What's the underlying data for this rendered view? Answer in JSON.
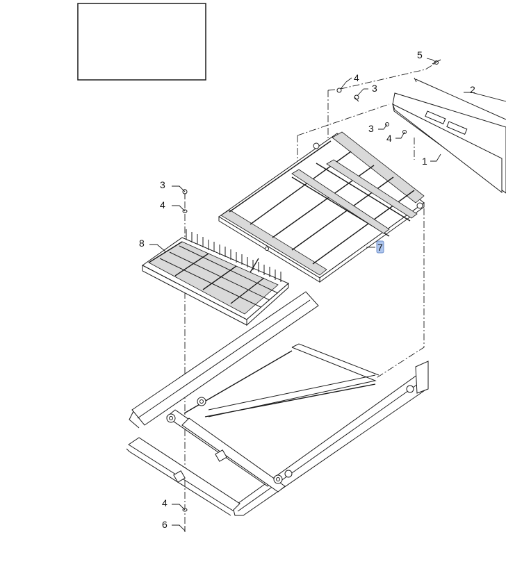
{
  "callouts": {
    "c1": "1",
    "c2": "2",
    "c3a": "3",
    "c3b": "3",
    "c3c": "3",
    "c4a": "4",
    "c4b": "4",
    "c4c": "4",
    "c4d": "4",
    "c5": "5",
    "c6": "6",
    "c7": "7",
    "c8": "8"
  },
  "colors": {
    "line": "#1a1a1a",
    "highlight": "#aec6ee"
  }
}
